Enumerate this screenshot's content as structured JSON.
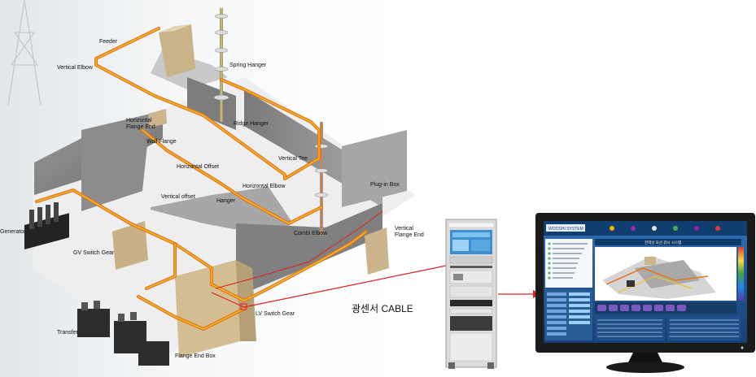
{
  "plant_labels": {
    "feeder": "Feeder",
    "vertical_elbow": "Vertical Elbow",
    "spring_hanger": "Spring Hanger",
    "horizontal_flange_end_1": "Horizontal",
    "horizontal_flange_end_2": "Flange End",
    "ridge_hanger": "Ridge Hanger",
    "wall_flange": "Wall Flange",
    "vertical_tee": "Vertical Tee",
    "horizontal_offset": "Horizontal Offset",
    "horizontal_elbow": "Horizontal Elbow",
    "plug_in_box": "Plug-in Box",
    "vertical_offset": "Vertical offset",
    "hanger": "Hanger",
    "generator": "Generator",
    "combi_elbow": "Combi Elbow",
    "vertical_flange_end_1": "Vertical",
    "vertical_flange_end_2": "Flange End",
    "gv_switch_gear": "GV Switch Gear",
    "lv_switch_gear": "LV Switch Gear",
    "transfer": "Transfer",
    "flange_end_box": "Flange End Box"
  },
  "cable_label": "광센서 CABLE",
  "monitor": {
    "brand": "WOOSHI SYSTEM",
    "screen_title": "전력선 모선 감시 시스템"
  },
  "colors": {
    "busway_orange": "#e8741c",
    "busway_yellow": "#e8c62a",
    "connector_red": "#e02020",
    "wall_gray": "#8d8d8d",
    "cabinet_tan": "#d9c49c",
    "screen_blue": "#1f5fa8"
  }
}
